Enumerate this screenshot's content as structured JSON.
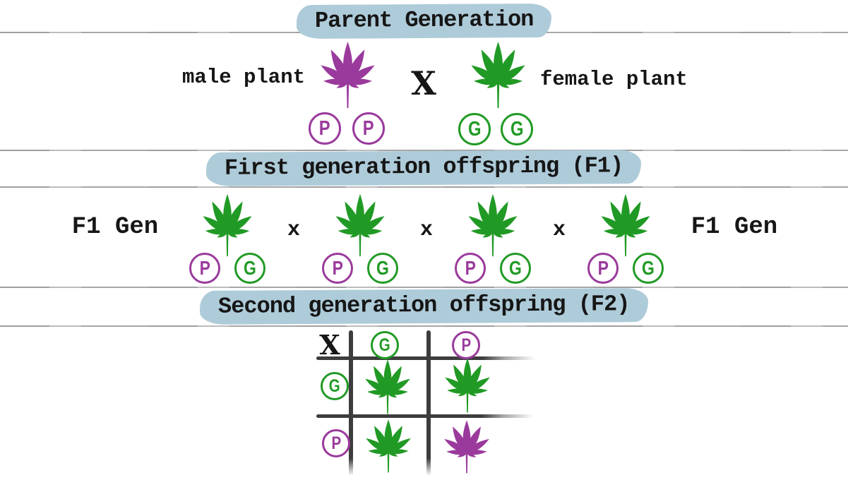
{
  "colors": {
    "purple": "#9a3a9c",
    "green": "#219a25",
    "highlight": "#aecbd9",
    "ink": "#161616",
    "grid": "#3d3d3d",
    "rule": "#9f9f9f"
  },
  "sections": {
    "parent": {
      "title": "Parent Generation",
      "male_label": "male plant",
      "female_label": "female plant",
      "cross_symbol": "X",
      "male_leaf_color": "purple",
      "female_leaf_color": "green",
      "male_alleles": [
        {
          "letter": "P",
          "color": "purple"
        },
        {
          "letter": "P",
          "color": "purple"
        }
      ],
      "female_alleles": [
        {
          "letter": "G",
          "color": "green"
        },
        {
          "letter": "G",
          "color": "green"
        }
      ]
    },
    "f1": {
      "title": "First generation offspring (F1)",
      "left_label": "F1 Gen",
      "right_label": "F1 Gen",
      "cross_symbol": "x",
      "plants": [
        {
          "leaf_color": "green",
          "alleles": [
            {
              "letter": "P",
              "color": "purple"
            },
            {
              "letter": "G",
              "color": "green"
            }
          ]
        },
        {
          "leaf_color": "green",
          "alleles": [
            {
              "letter": "P",
              "color": "purple"
            },
            {
              "letter": "G",
              "color": "green"
            }
          ]
        },
        {
          "leaf_color": "green",
          "alleles": [
            {
              "letter": "P",
              "color": "purple"
            },
            {
              "letter": "G",
              "color": "green"
            }
          ]
        },
        {
          "leaf_color": "green",
          "alleles": [
            {
              "letter": "P",
              "color": "purple"
            },
            {
              "letter": "G",
              "color": "green"
            }
          ]
        }
      ]
    },
    "f2": {
      "title": "Second generation offspring (F2)",
      "punnett": {
        "corner_symbol": "X",
        "col_headers": [
          {
            "letter": "G",
            "color": "green"
          },
          {
            "letter": "P",
            "color": "purple"
          }
        ],
        "row_headers": [
          {
            "letter": "G",
            "color": "green"
          },
          {
            "letter": "P",
            "color": "purple"
          }
        ],
        "cells": [
          [
            {
              "leaf": "green"
            },
            {
              "leaf": "green"
            }
          ],
          [
            {
              "leaf": "green"
            },
            {
              "leaf": "purple"
            }
          ]
        ]
      }
    }
  }
}
